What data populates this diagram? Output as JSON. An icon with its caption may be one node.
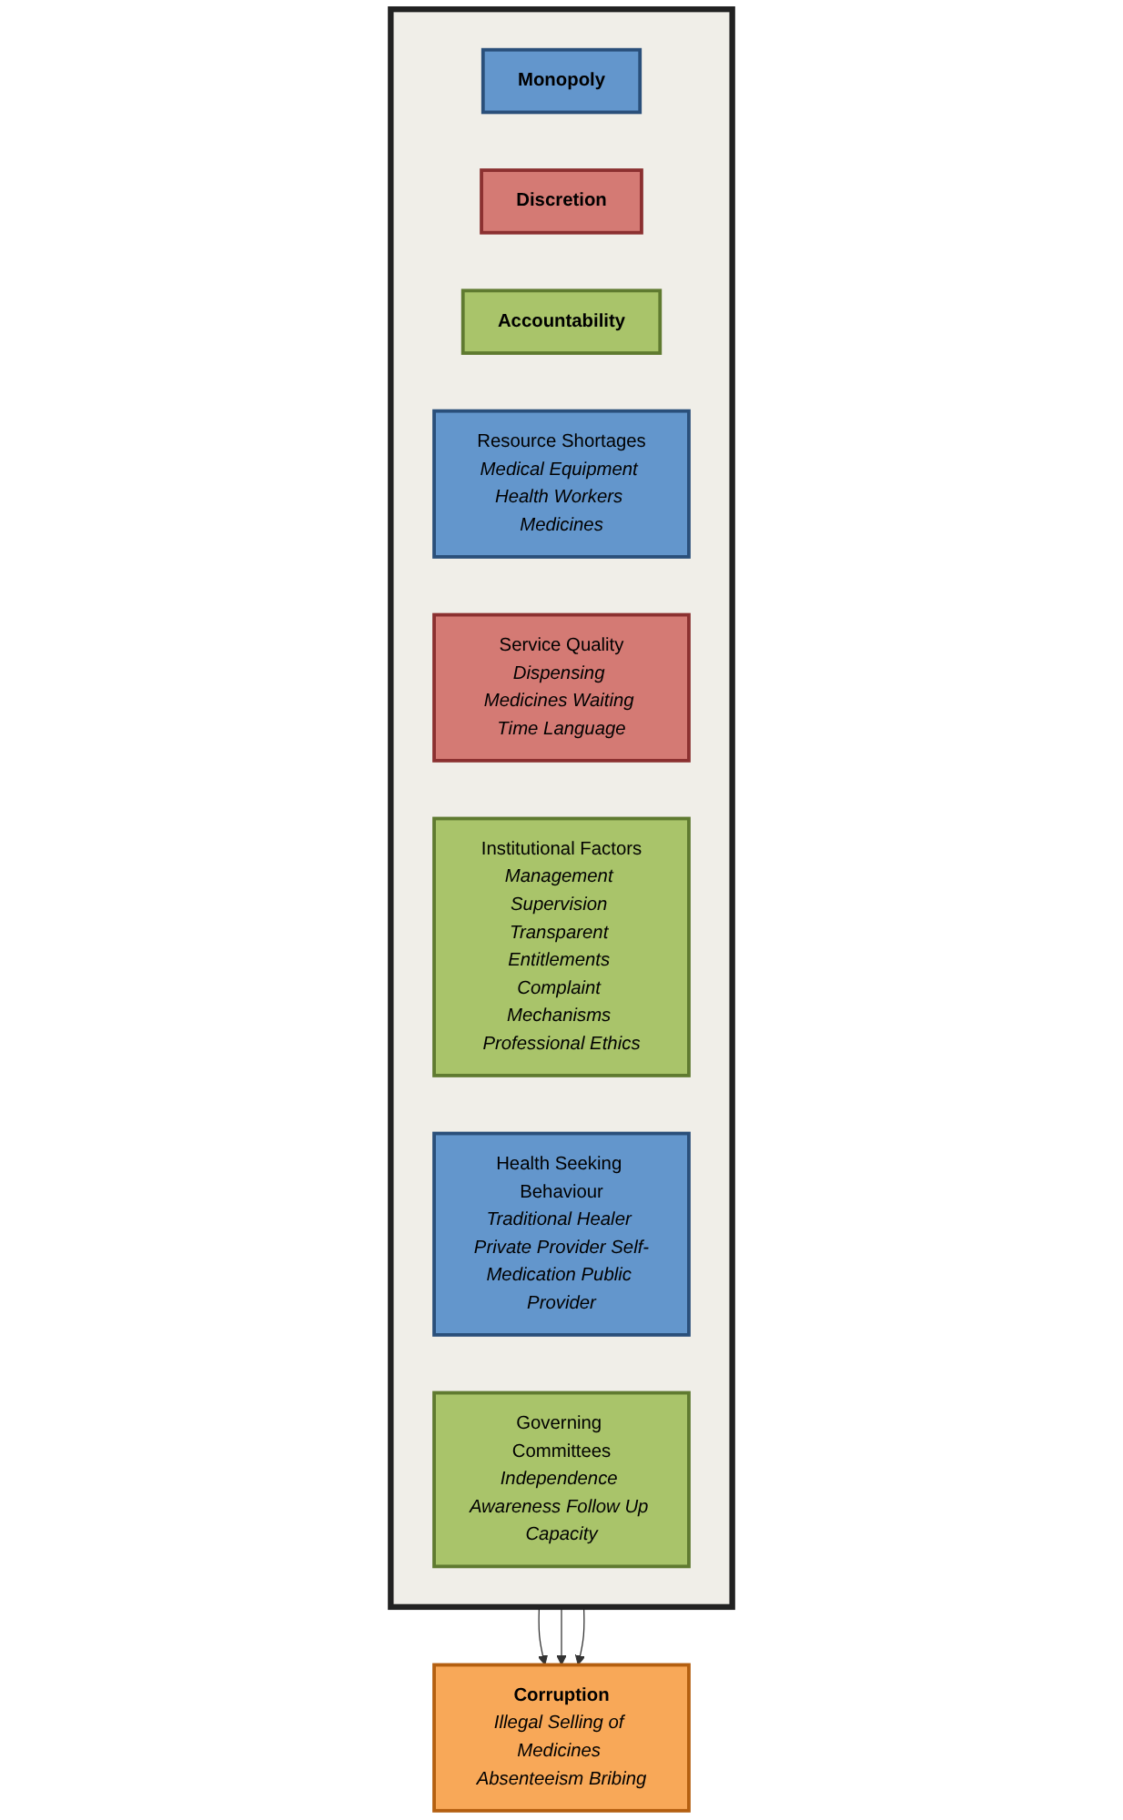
{
  "diagram": {
    "nodes": [
      {
        "text": [],
        "shape": "box"
      },
      {
        "text": [
          "Monopoly"
        ],
        "in": 0
      },
      {
        "text": [
          "Discretion"
        ],
        "in": 0
      },
      {
        "text": [
          "Accountability"
        ],
        "in": 0
      },
      {
        "text": [
          "Resource Shortages",
          "Medical Equipment Health Workers Medicines"
        ],
        "in": 0
      },
      {
        "text": [
          "Service Quality",
          "Dispensing Medicines Waiting Time Language"
        ],
        "in": 0
      },
      {
        "text": [
          "Institutional Factors",
          "Management Supervision Transparent Entitlements Complaint Mechanisms Professional Ethics"
        ],
        "in": 0
      },
      {
        "text": [
          "Health Seeking Behaviour",
          "Traditional Healer Private Provider Self-Medication Public Provider"
        ],
        "in": 0
      },
      {
        "text": [
          "Governing Committees",
          "Independence Awareness Follow Up Capacity"
        ],
        "in": 0
      },
      {
        "text": [
          "Corruption",
          "Illegal Selling of Medicines Absenteeism Bribing"
        ]
      }
    ],
    "edges": [
      {
        "from": 0,
        "to": 9,
        "arrow": "to"
      },
      {
        "from": 0,
        "to": 9,
        "arrow": "to"
      },
      {
        "from": 0,
        "to": 9,
        "arrow": "to"
      }
    ]
  }
}
